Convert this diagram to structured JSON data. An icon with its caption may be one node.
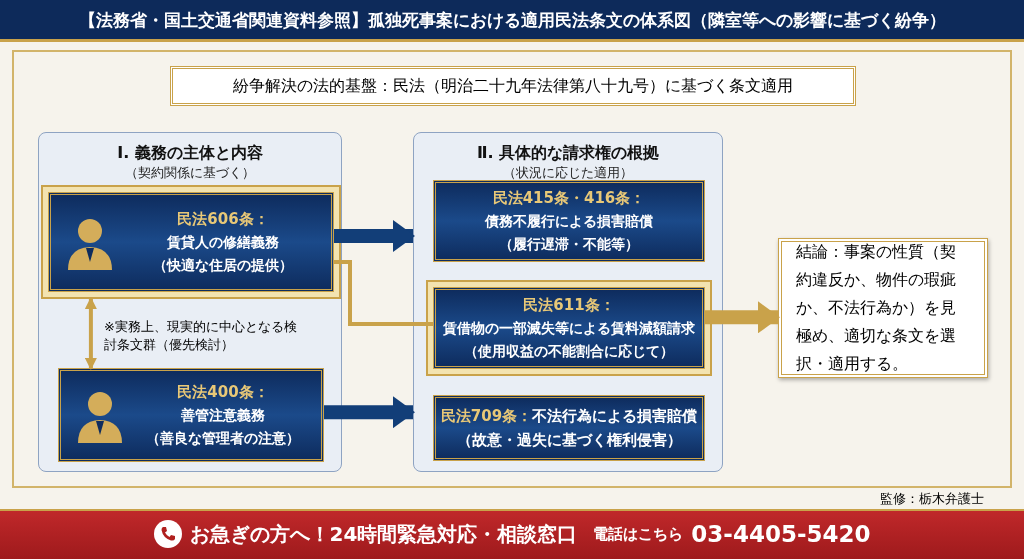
{
  "diagram": {
    "title": "【法務省・国土交通省関連資料参照】孤独死事案における適用民法条文の体系図（隣室等への影響に基づく紛争）",
    "nodes": [
      {
        "text": [
          "紛争解決の法的基盤：民法（明治二十九年法律第八十九号）に基づく条文適用"
        ]
      },
      {
        "text": [
          "Ⅰ. 義務の主体と内容",
          "（契約関係に基づく）"
        ]
      },
      {
        "text": [
          "民法606条：",
          "賃貸人の修繕義務",
          "（快適な住居の提供）"
        ],
        "in": 1
      },
      {
        "text": [
          "民法400条：",
          "善管注意義務",
          "（善良な管理者の注意）"
        ],
        "in": 1
      },
      {
        "text": [
          "Ⅱ. 具体的な請求権の根拠",
          "（状況に応じた適用）"
        ]
      },
      {
        "text": [
          "民法415条・416条：",
          "債務不履行による損害賠償",
          "（履行遅滞・不能等）"
        ],
        "in": 4
      },
      {
        "text": [
          "民法611条：",
          "賃借物の一部滅失等による賃料減額請求",
          "（使用収益の不能割合に応じて）"
        ],
        "in": 4
      },
      {
        "text": [
          "民法709条：",
          "不法行為による損害賠償",
          "（故意・過失に基づく権利侵害）"
        ],
        "in": 4
      },
      {
        "text": [
          "結論：事案の性質（契約違反か、物件の瑕疵か、不法行為か）を見極め、適切な条文を選択・適用する。"
        ]
      }
    ],
    "edges": [
      {
        "from": 2,
        "to": 4,
        "arrow": "to",
        "color": "#123e78"
      },
      {
        "from": 3,
        "to": 4,
        "arrow": "to",
        "color": "#123e78"
      },
      {
        "from": 2,
        "to": 6,
        "arrow": "none",
        "color": "#c9a24a"
      },
      {
        "from": 2,
        "to": 3,
        "arrow": "both",
        "color": "#c9a24a",
        "label": "※実務上、現実的に中心となる検討条文群（優先検討）"
      },
      {
        "from": 6,
        "to": 8,
        "arrow": "to",
        "color": "#c9a24a"
      }
    ],
    "labels": [
      "監修：栃木弁護士",
      "お急ぎの方へ！24時間緊急対応・相談窓口",
      "電話はこちら",
      "03-4405-5420"
    ]
  }
}
